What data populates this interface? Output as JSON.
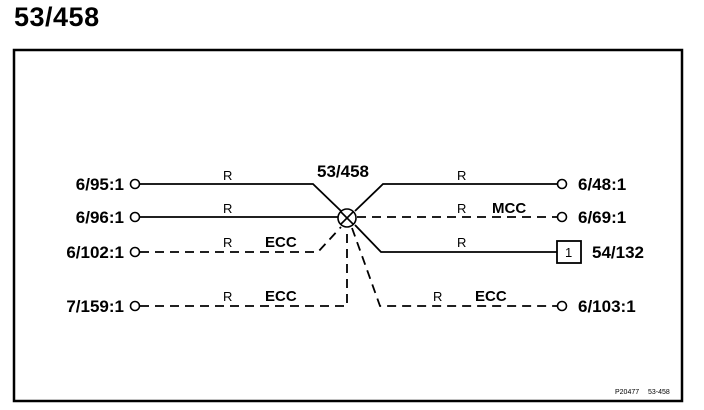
{
  "title": "53/458",
  "diagram": {
    "splice_label": "53/458",
    "left_pins": [
      "6/95:1",
      "6/96:1",
      "6/102:1",
      "7/159:1"
    ],
    "right_pins": [
      "6/48:1",
      "6/69:1",
      "54/132",
      "6/103:1"
    ],
    "connector_number": "1",
    "wire_labels": [
      "R",
      "R",
      "R",
      "R",
      "R",
      "R",
      "R",
      "R"
    ],
    "net_labels": [
      "ECC",
      "ECC",
      "MCC",
      "ECC"
    ],
    "footer_ref": "P20477",
    "footer_code": "53-458"
  }
}
